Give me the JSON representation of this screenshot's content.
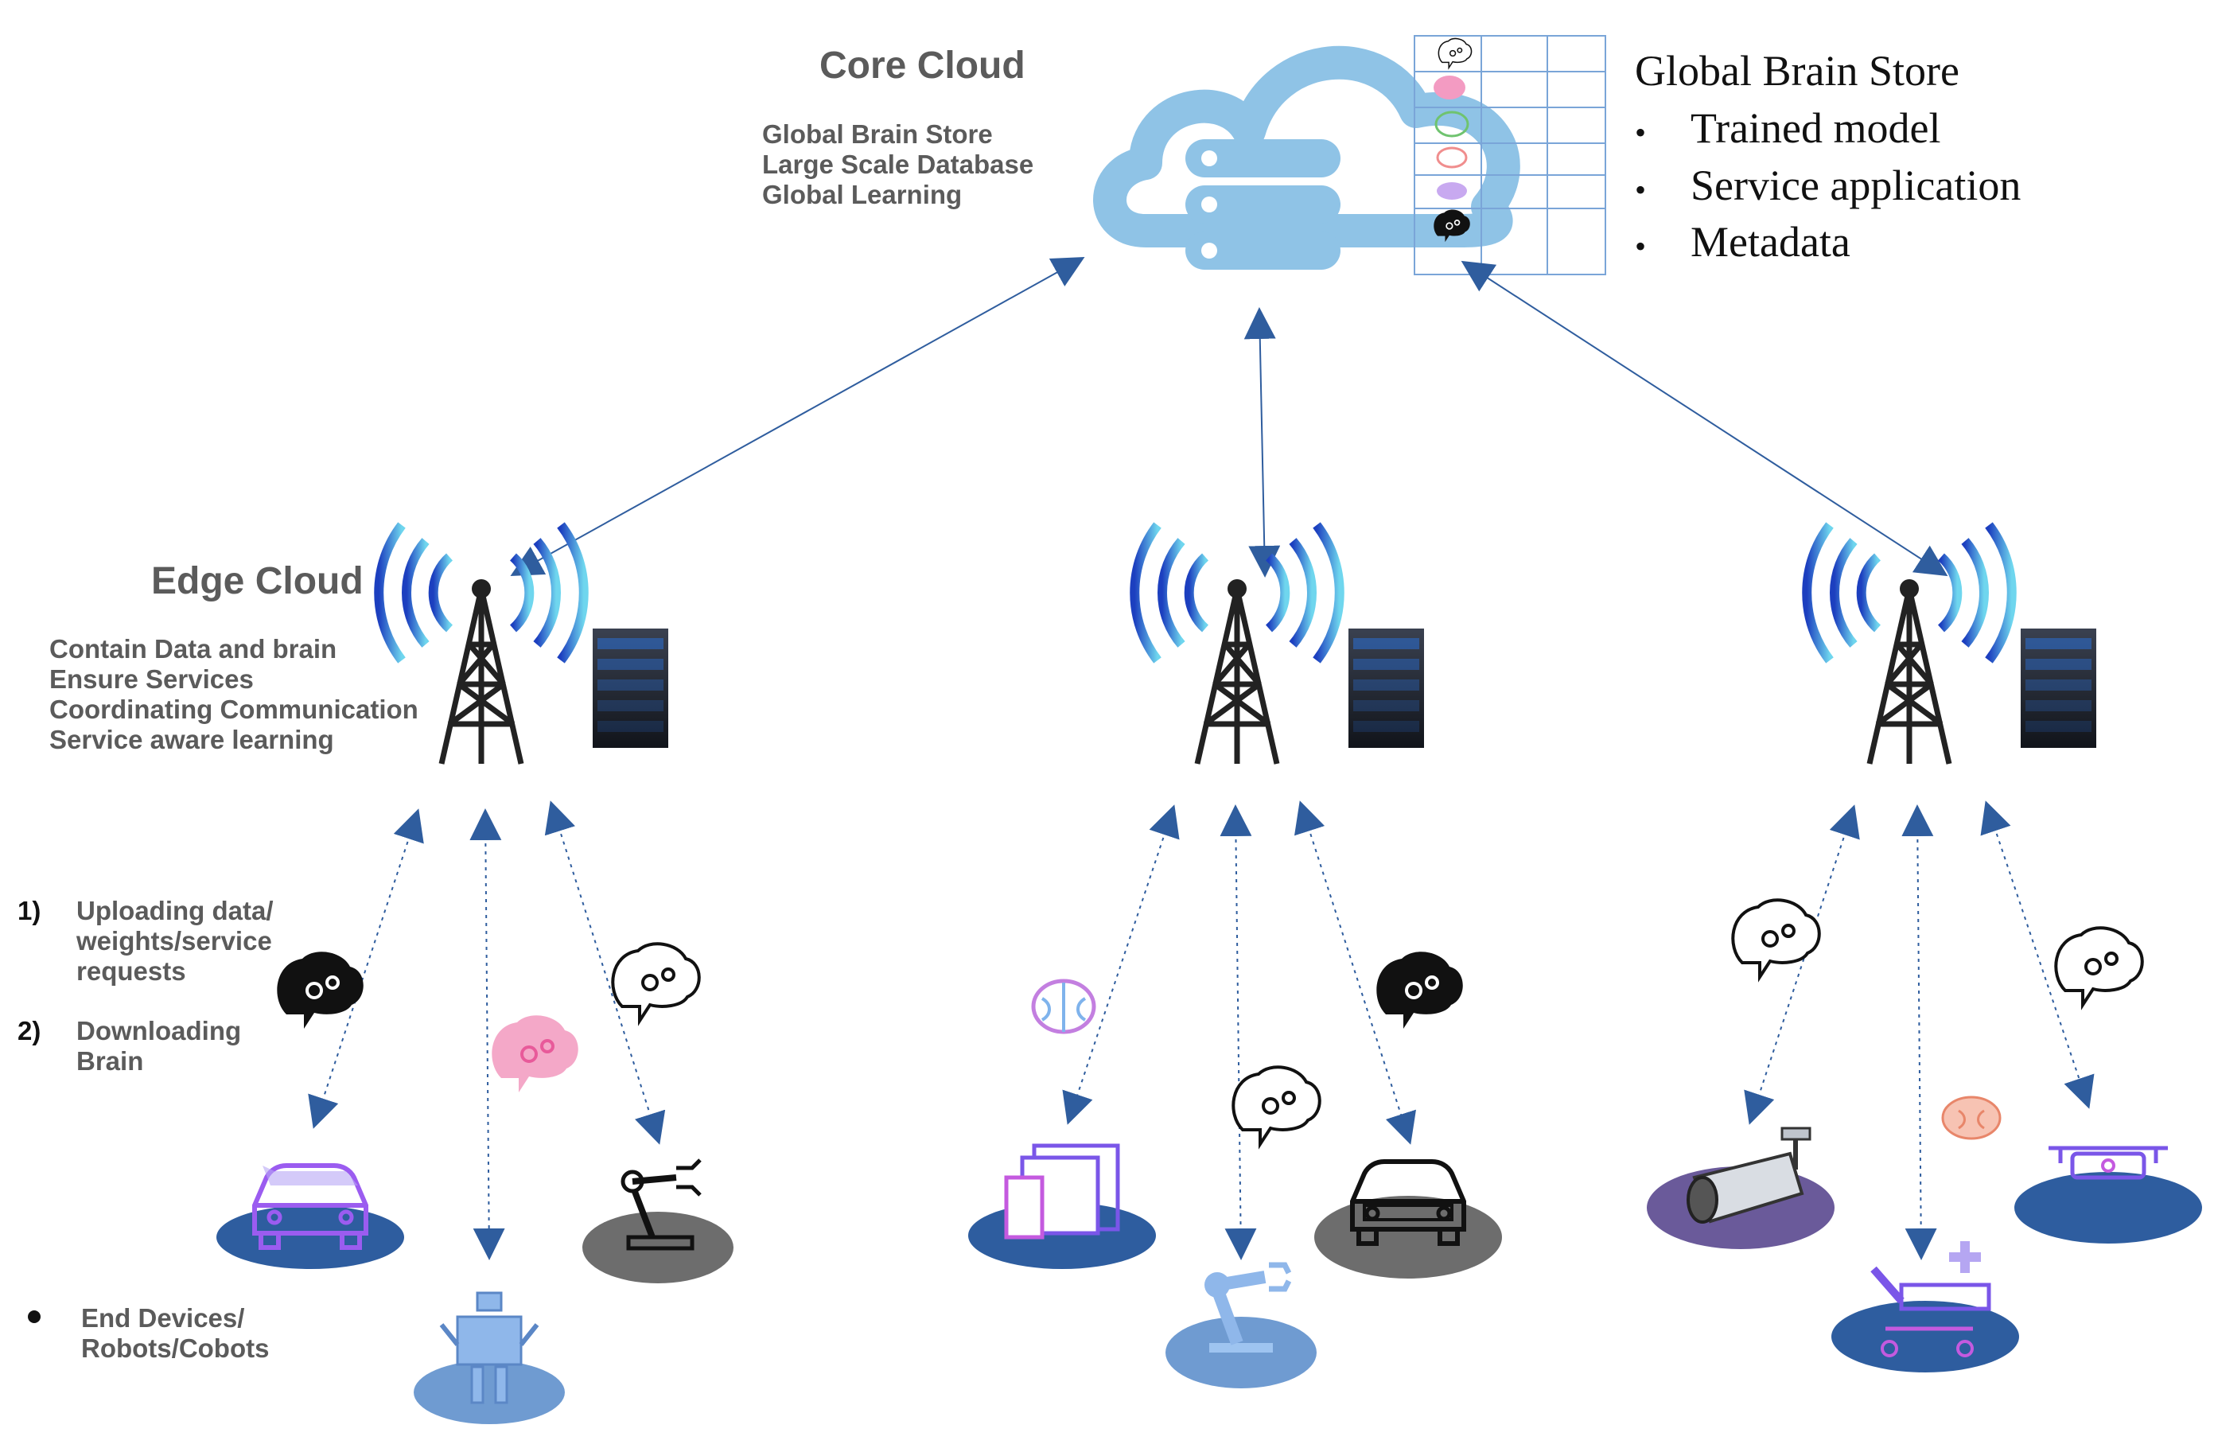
{
  "core": {
    "title": "Core Cloud",
    "lines": [
      "Global Brain Store",
      "Large Scale Database",
      "Global Learning"
    ]
  },
  "store": {
    "title": "Global Brain Store",
    "items": [
      "Trained model",
      "Service application",
      "Metadata"
    ]
  },
  "edge": {
    "title": "Edge Cloud",
    "lines": [
      "Contain Data and brain",
      "Ensure Services",
      "Coordinating Communication",
      "Service aware learning"
    ]
  },
  "legend": {
    "step1_num": "1)",
    "step1_text": [
      "Uploading data/",
      "weights/service",
      "requests"
    ],
    "step2_num": "2)",
    "step2_text": [
      "Downloading",
      "Brain"
    ],
    "devices_text": [
      "End Devices/",
      "Robots/Cobots"
    ]
  },
  "colors": {
    "arrow": "#2f5d9e",
    "cloud": "#8fc3e6",
    "platform_blue": "#2e5d9f",
    "platform_gray": "#6d6d6d",
    "platform_light": "#6f9bd1",
    "platform_purple": "#6a5a9a",
    "text_gray": "#5b5b5b"
  },
  "icons": [
    "cloud-server-icon",
    "cell-tower-icon",
    "server-rack-icon",
    "brain-gear-icon",
    "car-icon",
    "robot-icon",
    "robot-arm-icon",
    "tablet-icon",
    "security-camera-icon",
    "drone-icon",
    "medical-robot-icon"
  ]
}
